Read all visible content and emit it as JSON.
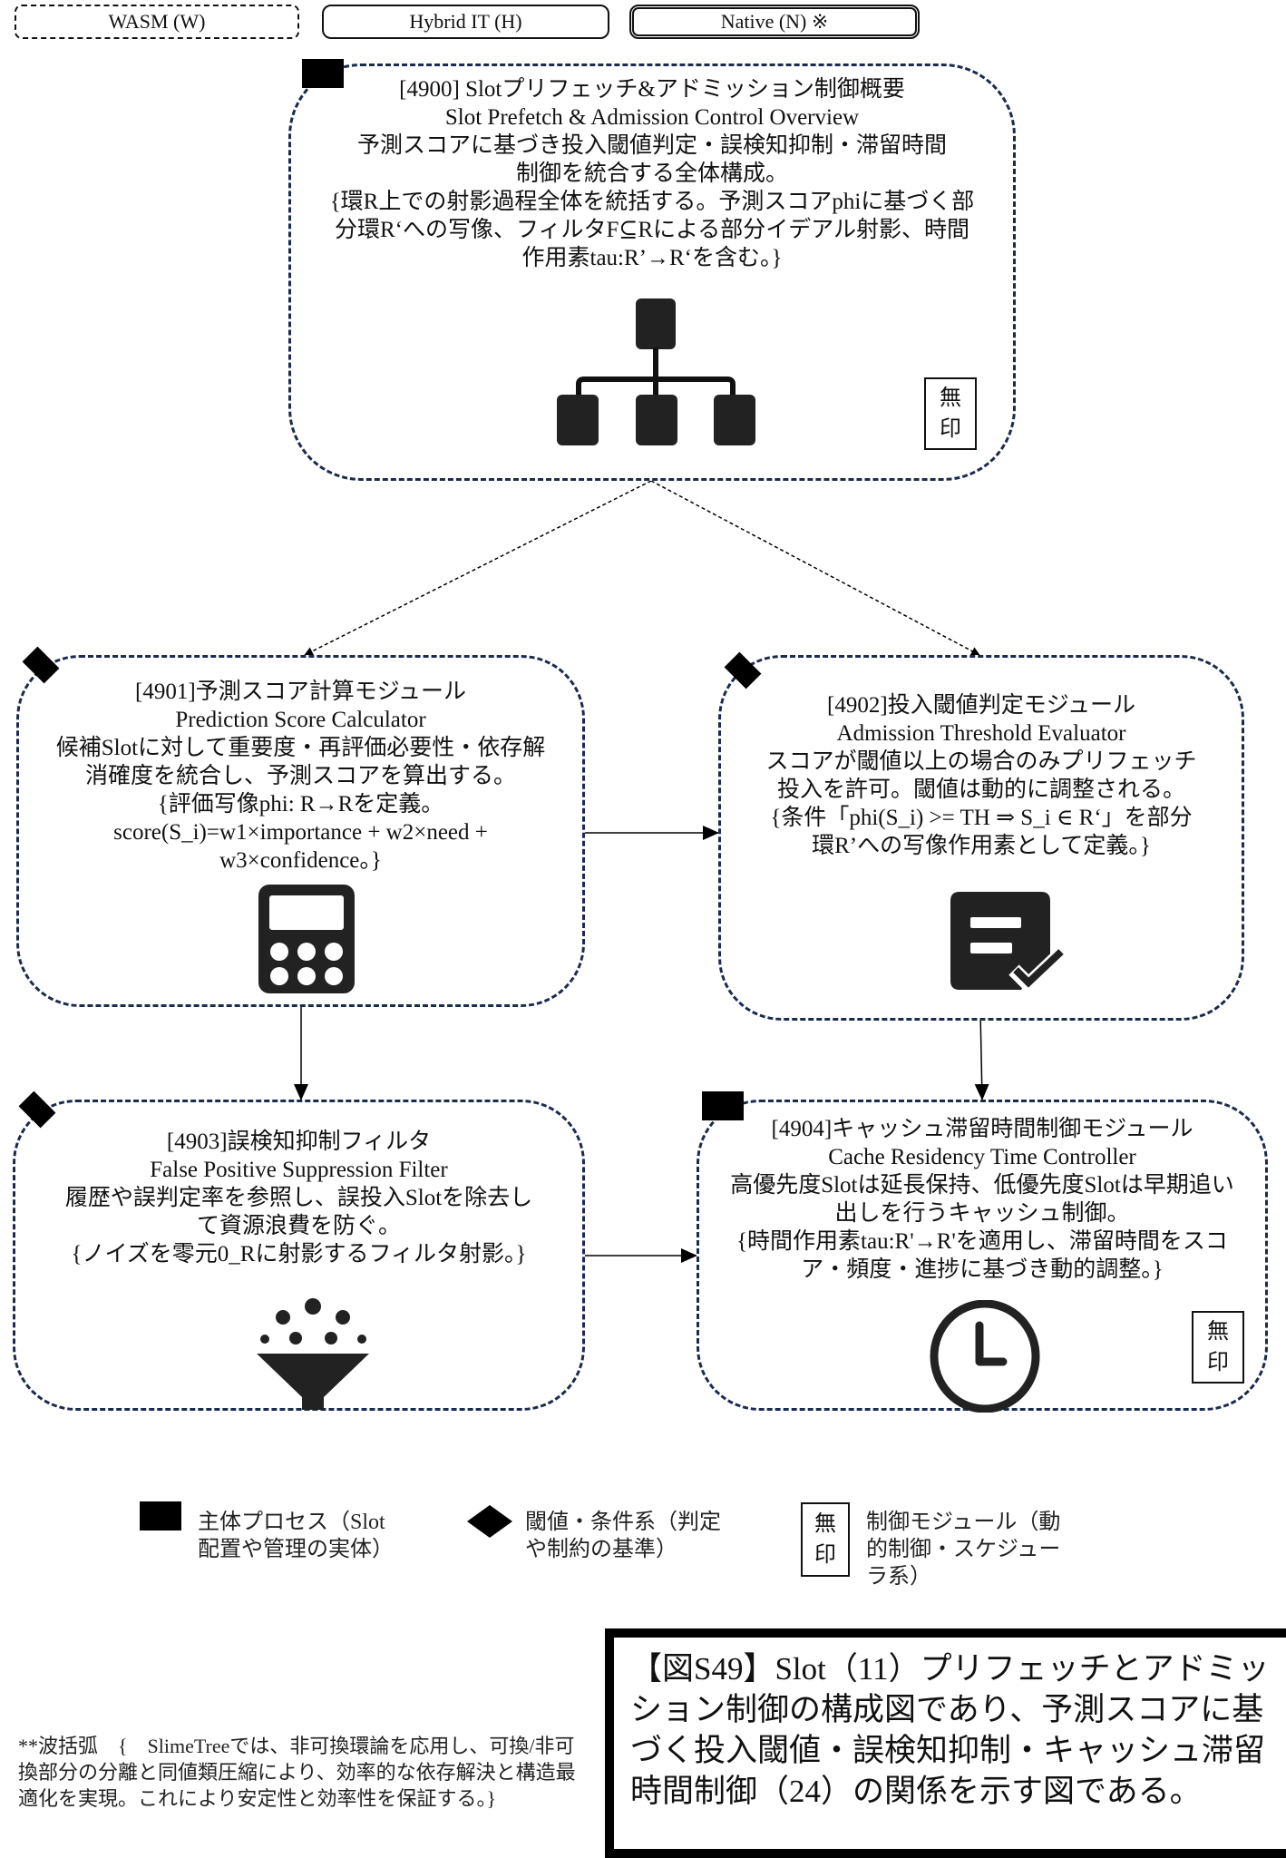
{
  "tabs": [
    {
      "label": "WASM (W)"
    },
    {
      "label": "Hybrid IT (H)"
    },
    {
      "label": "Native (N) ※"
    }
  ],
  "stamp": {
    "line1": "無",
    "line2": "印"
  },
  "modules": {
    "m4900": {
      "marker": "square",
      "title_ja": "[4900] Slotプリフェッチ&アドミッション制御概要",
      "title_en": "Slot Prefetch & Admission Control Overview",
      "desc": "予測スコアに基づき投入閾値判定・誤検知抑制・滞留時間制御を統合する全体構成。",
      "formal": "{環R上での射影過程全体を統括する。予測スコアphiに基づく部分環R‘への写像、フィルタF⊆Rによる部分イデアル射影、時間作用素tau:R’→R‘を含む。}",
      "icon": "hierarchy-icon",
      "has_stamp": true
    },
    "m4901": {
      "marker": "diamond",
      "title_ja": "[4901]予測スコア計算モジュール",
      "title_en": "Prediction Score Calculator",
      "desc": "候補Slotに対して重要度・再評価必要性・依存解消確度を統合し、予測スコアを算出する。",
      "formal": "{評価写像phi: R→Rを定義。score(S_i)=w1×importance + w2×need + w3×confidence。}",
      "icon": "calculator-icon",
      "has_stamp": false
    },
    "m4902": {
      "marker": "diamond",
      "title_ja": "[4902]投入閾値判定モジュール",
      "title_en": "Admission Threshold Evaluator",
      "desc": "スコアが閾値以上の場合のみプリフェッチ投入を許可。閾値は動的に調整される。",
      "formal": "{条件「phi(S_i) >= TH ⇒ S_i ∈ R‘」を部分環R’への写像作用素として定義。}",
      "icon": "checklist-icon",
      "has_stamp": false
    },
    "m4903": {
      "marker": "diamond",
      "title_ja": "[4903]誤検知抑制フィルタ",
      "title_en": "False Positive Suppression Filter",
      "desc": "履歴や誤判定率を参照し、誤投入Slotを除去して資源浪費を防ぐ。",
      "formal": "{ノイズを零元0_Rに射影するフィルタ射影。}",
      "icon": "funnel-filter-icon",
      "has_stamp": false
    },
    "m4904": {
      "marker": "square",
      "title_ja": "[4904]キャッシュ滞留時間制御モジュール",
      "title_en": "Cache Residency Time Controller",
      "desc": "高優先度Slotは延長保持、低優先度Slotは早期追い出しを行うキャッシュ制御。",
      "formal": "{時間作用素tau:R'→R'を適用し、滞留時間をスコア・頻度・進捗に基づき動的調整。}",
      "icon": "clock-icon",
      "has_stamp": true
    }
  },
  "edges": [
    {
      "from": "4900",
      "to": "4901",
      "style": "dotted"
    },
    {
      "from": "4900",
      "to": "4902",
      "style": "dotted"
    },
    {
      "from": "4901",
      "to": "4902",
      "style": "solid"
    },
    {
      "from": "4901",
      "to": "4903",
      "style": "solid"
    },
    {
      "from": "4902",
      "to": "4904",
      "style": "solid"
    },
    {
      "from": "4903",
      "to": "4904",
      "style": "solid"
    }
  ],
  "legend": {
    "square": {
      "line1": "主体プロセス（Slot",
      "line2": "配置や管理の実体）"
    },
    "diamond": {
      "line1": "閾値・条件系（判定",
      "line2": "や制約の基準）"
    },
    "stamp": {
      "line1": "制御モジュール（動",
      "line2": "的制御・スケジュー",
      "line3": "ラ系）"
    }
  },
  "footnote": "**波括弧　{　SlimeTreeでは、非可換環論を応用し、可換/非可換部分の分離と同値類圧縮により、効率的な依存解決と構造最適化を実現。これにより安定性と効率性を保証する。}",
  "caption": "【図S49】Slot（11）プリフェッチとアドミッション制御の構成図であり、予測スコアに基づく投入閾値・誤検知抑制・キャッシュ滞留時間制御（24）の関係を示す図である。"
}
